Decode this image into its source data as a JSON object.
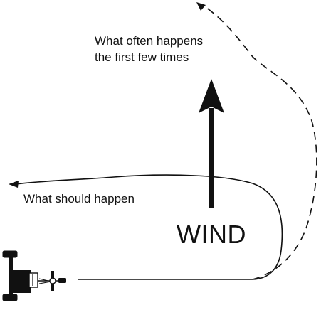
{
  "labels": {
    "often_line1": "What often happens",
    "often_line2": "the first few times",
    "should": "What should happen",
    "wind": "WIND"
  },
  "colors": {
    "ink": "#111111",
    "background": "#ffffff"
  },
  "icons": {
    "glider": "tailwheel-aircraft-top-view",
    "wind_arrow": "arrow-up"
  }
}
